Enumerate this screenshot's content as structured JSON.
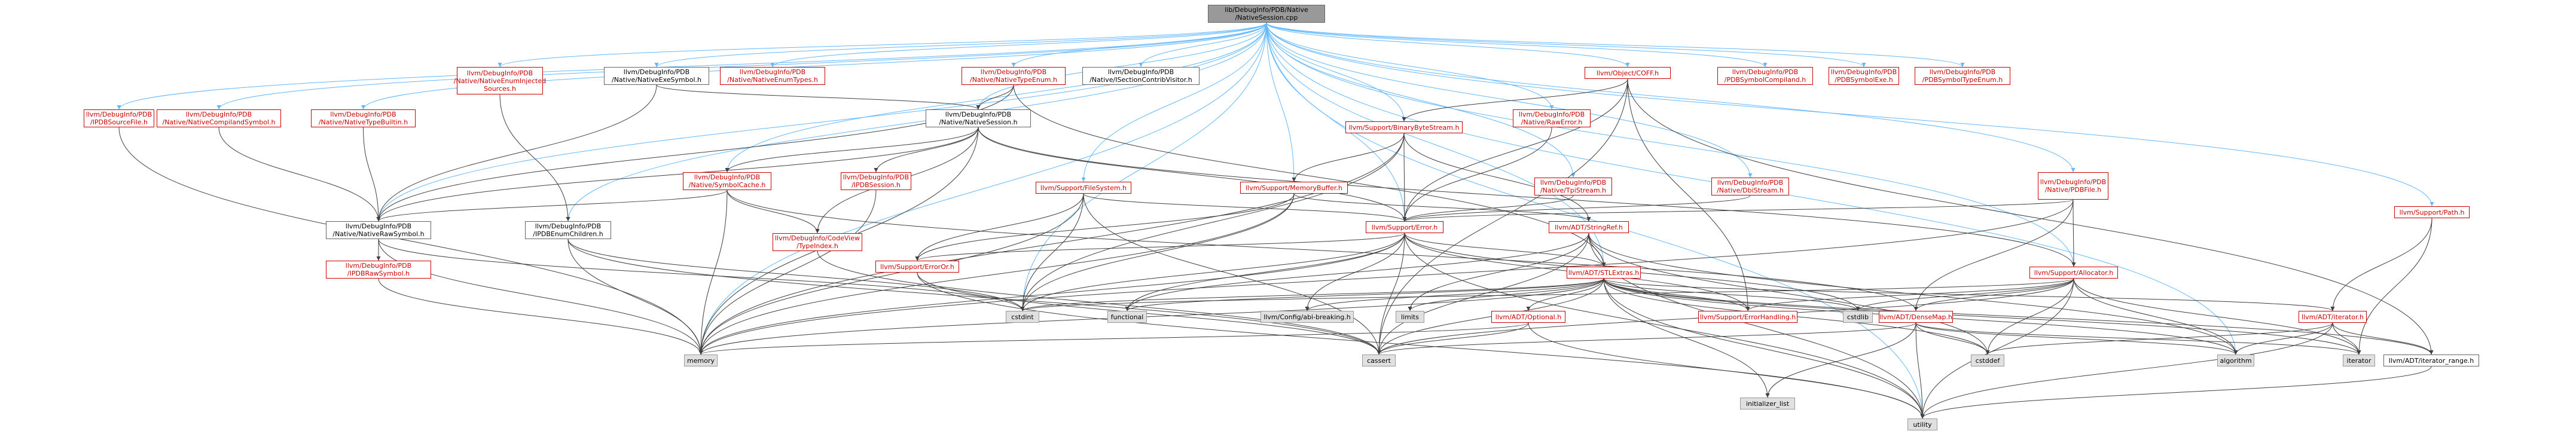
{
  "nodes": {
    "root": {
      "lines": [
        "lib/DebugInfo/PDB/Native",
        "/NativeSession.cpp"
      ]
    },
    "ipdbsourcefile": {
      "lines": [
        "llvm/DebugInfo/PDB",
        "/IPDBSourceFile.h"
      ]
    },
    "nativecompilandsymbol": {
      "lines": [
        "llvm/DebugInfo/PDB",
        "/Native/NativeCompilandSymbol.h"
      ]
    },
    "nativetypebuiltin": {
      "lines": [
        "llvm/DebugInfo/PDB",
        "/Native/NativeTypeBuiltin.h"
      ]
    },
    "nativeenuminjectedsources": {
      "lines": [
        "llvm/DebugInfo/PDB",
        "/Native/NativeEnumInjected",
        "Sources.h"
      ]
    },
    "nativeexesymbol": {
      "lines": [
        "llvm/DebugInfo/PDB",
        "/Native/NativeExeSymbol.h"
      ]
    },
    "nativeenumtypes": {
      "lines": [
        "llvm/DebugInfo/PDB",
        "/Native/NativeEnumTypes.h"
      ]
    },
    "nativetypeenum": {
      "lines": [
        "llvm/DebugInfo/PDB",
        "/Native/NativeTypeEnum.h"
      ]
    },
    "sectioncontribvisitor": {
      "lines": [
        "llvm/DebugInfo/PDB",
        "/Native/ISectionContribVisitor.h"
      ]
    },
    "objectcoff": {
      "lines": [
        "llvm/Object/COFF.h"
      ]
    },
    "pdbsymbolcompiland": {
      "lines": [
        "llvm/DebugInfo/PDB",
        "/PDBSymbolCompiland.h"
      ]
    },
    "pdbsymbolexe": {
      "lines": [
        "llvm/DebugInfo/PDB",
        "/PDBSymbolExe.h"
      ]
    },
    "pdbsymboltypeenum": {
      "lines": [
        "llvm/DebugInfo/PDB",
        "/PDBSymbolTypeEnum.h"
      ]
    },
    "nativesession": {
      "lines": [
        "llvm/DebugInfo/PDB",
        "/Native/NativeSession.h"
      ]
    },
    "binarybytestream": {
      "lines": [
        "llvm/Support/BinaryByteStream.h"
      ]
    },
    "nativerawerror": {
      "lines": [
        "llvm/DebugInfo/PDB",
        "/Native/RawError.h"
      ]
    },
    "nativesymbolcache": {
      "lines": [
        "llvm/DebugInfo/PDB",
        "/Native/SymbolCache.h"
      ]
    },
    "ipdbsession": {
      "lines": [
        "llvm/DebugInfo/PDB",
        "/IPDBSession.h"
      ]
    },
    "filesystem": {
      "lines": [
        "llvm/Support/FileSystem.h"
      ]
    },
    "memorybuffer": {
      "lines": [
        "llvm/Support/MemoryBuffer.h"
      ]
    },
    "tpistream": {
      "lines": [
        "llvm/DebugInfo/PDB",
        "/Native/TpiStream.h"
      ]
    },
    "dbistream": {
      "lines": [
        "llvm/DebugInfo/PDB",
        "/Native/DbiStream.h"
      ]
    },
    "pdbfile": {
      "lines": [
        "llvm/DebugInfo/PDB",
        "/Native/PDBFile.h"
      ]
    },
    "supportpath": {
      "lines": [
        "llvm/Support/Path.h"
      ]
    },
    "nativerawsymbol": {
      "lines": [
        "llvm/DebugInfo/PDB",
        "/Native/NativeRawSymbol.h"
      ]
    },
    "ipdbenumchildren": {
      "lines": [
        "llvm/DebugInfo/PDB",
        "/IPDBEnumChildren.h"
      ]
    },
    "codeviewtypeindex": {
      "lines": [
        "llvm/DebugInfo/CodeView",
        "/TypeIndex.h"
      ]
    },
    "supporterror": {
      "lines": [
        "llvm/Support/Error.h"
      ]
    },
    "adtstringref": {
      "lines": [
        "llvm/ADT/StringRef.h"
      ]
    },
    "ipdbrawsymbol": {
      "lines": [
        "llvm/DebugInfo/PDB",
        "/IPDBRawSymbol.h"
      ]
    },
    "supporterroror": {
      "lines": [
        "llvm/Support/ErrorOr.h"
      ]
    },
    "stlextras": {
      "lines": [
        "llvm/ADT/STLExtras.h"
      ]
    },
    "supportallocator": {
      "lines": [
        "llvm/Support/Allocator.h"
      ]
    },
    "adtoptional": {
      "lines": [
        "llvm/ADT/Optional.h"
      ]
    },
    "errorhandling": {
      "lines": [
        "llvm/Support/ErrorHandling.h"
      ]
    },
    "densemap": {
      "lines": [
        "llvm/ADT/DenseMap.h"
      ]
    },
    "adtiterator": {
      "lines": [
        "llvm/ADT/iterator.h"
      ]
    },
    "iteratorrange": {
      "lines": [
        "llvm/ADT/iterator_range.h"
      ]
    },
    "abibreaking": {
      "lines": [
        "llvm/Config/abi-breaking.h"
      ]
    },
    "memory": {
      "lines": [
        "memory"
      ]
    },
    "cstdint": {
      "lines": [
        "cstdint"
      ]
    },
    "functional": {
      "lines": [
        "functional"
      ]
    },
    "limits": {
      "lines": [
        "limits"
      ]
    },
    "cassert": {
      "lines": [
        "cassert"
      ]
    },
    "cstddef": {
      "lines": [
        "cstddef"
      ]
    },
    "cstdlib": {
      "lines": [
        "cstdlib"
      ]
    },
    "algorithm": {
      "lines": [
        "algorithm"
      ]
    },
    "iterator": {
      "lines": [
        "iterator"
      ]
    },
    "initializer_list": {
      "lines": [
        "initializer_list"
      ]
    },
    "utility": {
      "lines": [
        "utility"
      ]
    }
  },
  "colors": {
    "edge": "#63b8ff",
    "edge_dark": "#404040",
    "edge_red": "#cc0000",
    "node_red_text": "#cc0000",
    "root_fill": "#999999",
    "system_fill": "#e0e0e0"
  }
}
